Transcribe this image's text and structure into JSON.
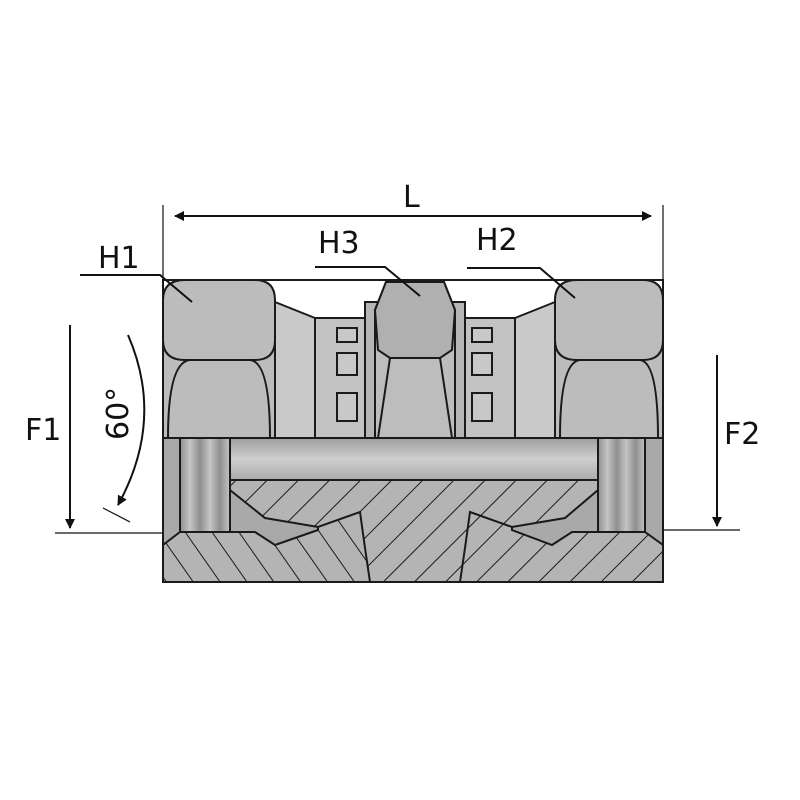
{
  "labels": {
    "length": "L",
    "hex1": "H1",
    "hex2": "H2",
    "hex3": "H3",
    "thread1": "F1",
    "thread2": "F2",
    "angle": "60°"
  },
  "colors": {
    "body": "#b9b9b9",
    "body_dark": "#a8a8a8",
    "body_light": "#cccccc",
    "outline": "#1a1a1a"
  }
}
